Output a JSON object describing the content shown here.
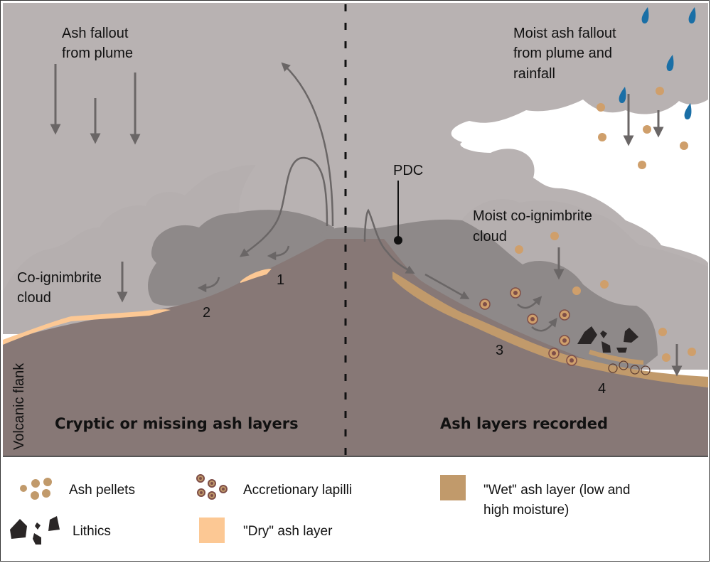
{
  "labels": {
    "ash_fallout": [
      "Ash fallout",
      "from plume"
    ],
    "moist_fallout": [
      "Moist ash fallout",
      "from plume and",
      "rainfall"
    ],
    "pdc": "PDC",
    "moist_coign": [
      "Moist co-ignimbrite",
      "cloud"
    ],
    "coign": [
      "Co-ignimbrite",
      "cloud"
    ],
    "volcanic_flank": "Volcanic flank",
    "markers": [
      "1",
      "2",
      "3",
      "4"
    ],
    "left_title": "Cryptic or missing ash layers",
    "right_title": "Ash layers recorded"
  },
  "legend": {
    "ash_pellets": "Ash pellets",
    "accretionary_lapilli": "Accretionary lapilli",
    "wet_layer": [
      "\"Wet\" ash layer (low and",
      "high moisture)"
    ],
    "lithics": "Lithics",
    "dry_layer": "\"Dry\" ash layer"
  },
  "colors": {
    "plume": "#b8b2b2",
    "coign_cloud": "#aaa5a5",
    "pdc_cloud": "#8e8989",
    "ground": "#877876",
    "dry_ash": "#fcc894",
    "wet_ash": "#c19a6b",
    "pellet": "#cf9f6b",
    "lapilli_ring": "#7e4e48",
    "rain": "#1a6fa6",
    "lithic": "#2a2626",
    "arrow": "#6a6666"
  }
}
